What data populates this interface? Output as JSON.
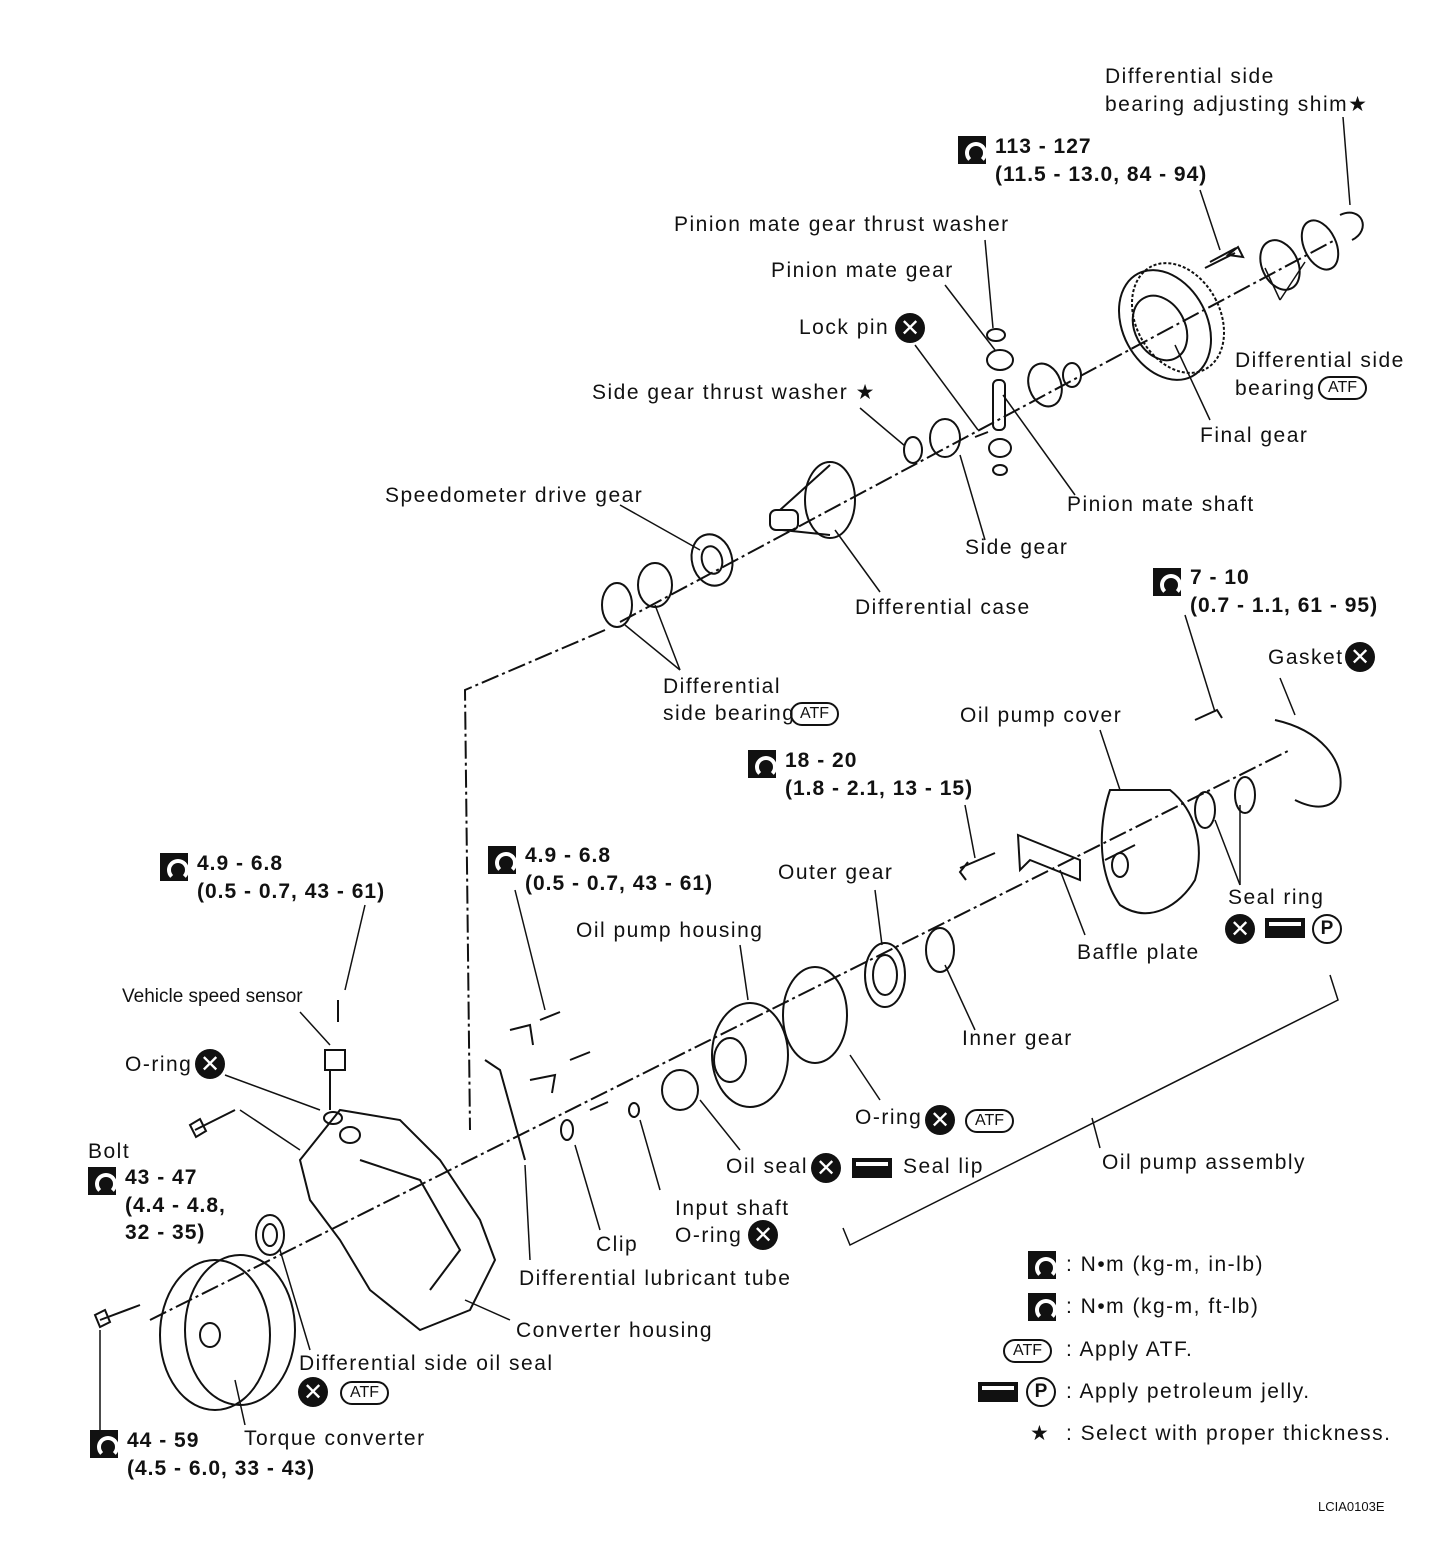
{
  "labels": {
    "diff_side_shim_1": "Differential side",
    "diff_side_shim_2": "bearing adjusting shim★",
    "torque_113_1": "113 - 127",
    "torque_113_2": "(11.5 - 13.0, 84 - 94)",
    "pinion_mate_washer": "Pinion mate gear thrust washer",
    "pinion_mate_gear": "Pinion mate gear",
    "lock_pin": "Lock pin",
    "side_gear_washer": "Side gear thrust washer ★",
    "diff_side_bearing_r1": "Differential side",
    "diff_side_bearing_r2": "bearing",
    "final_gear": "Final gear",
    "pinion_mate_shaft": "Pinion mate shaft",
    "speedo_gear": "Speedometer drive gear",
    "side_gear": "Side gear",
    "diff_case": "Differential case",
    "torque_7_1": "7 - 10",
    "torque_7_2": "(0.7 - 1.1, 61 - 95)",
    "gasket": "Gasket",
    "diff_side_bearing_l1": "Differential",
    "diff_side_bearing_l2": "side bearing",
    "oil_pump_cover": "Oil pump cover",
    "torque_18_1": "18 - 20",
    "torque_18_2": "(1.8 - 2.1, 13 - 15)",
    "torque_49a_1": "4.9 - 6.8",
    "torque_49a_2": "(0.5 - 0.7, 43 - 61)",
    "torque_49b_1": "4.9 - 6.8",
    "torque_49b_2": "(0.5 - 0.7, 43 - 61)",
    "outer_gear": "Outer gear",
    "seal_ring": "Seal ring",
    "baffle_plate": "Baffle plate",
    "oil_pump_housing": "Oil pump housing",
    "vss": "Vehicle speed sensor",
    "o_ring_1": "O-ring",
    "inner_gear": "Inner gear",
    "o_ring_2": "O-ring",
    "bolt": "Bolt",
    "torque_43_1": "43 - 47",
    "torque_43_2": "(4.4 - 4.8,",
    "torque_43_3": "32 - 35)",
    "oil_seal": "Oil seal",
    "seal_lip": "Seal lip",
    "oil_pump_assembly": "Oil pump assembly",
    "input_shaft_1": "Input shaft",
    "input_shaft_2": "O-ring",
    "clip": "Clip",
    "diff_lube_tube": "Differential lubricant tube",
    "converter_housing": "Converter housing",
    "diff_side_oil_seal": "Differential side oil seal",
    "torque_44_1": "44 - 59",
    "torque_44_2": "(4.5 - 6.0, 33 - 43)",
    "torque_converter": "Torque converter",
    "ref_code": "LCIA0103E"
  },
  "symbols": {
    "atf": "ATF",
    "p": "P",
    "x": "✕"
  },
  "legend": [
    {
      "text": ": N•m (kg-m, in-lb)"
    },
    {
      "text": ": N•m (kg-m, ft-lb)"
    },
    {
      "text": ": Apply ATF."
    },
    {
      "text": ": Apply petroleum jelly."
    },
    {
      "text": ": Select with proper thickness."
    }
  ],
  "legend_star": "★"
}
